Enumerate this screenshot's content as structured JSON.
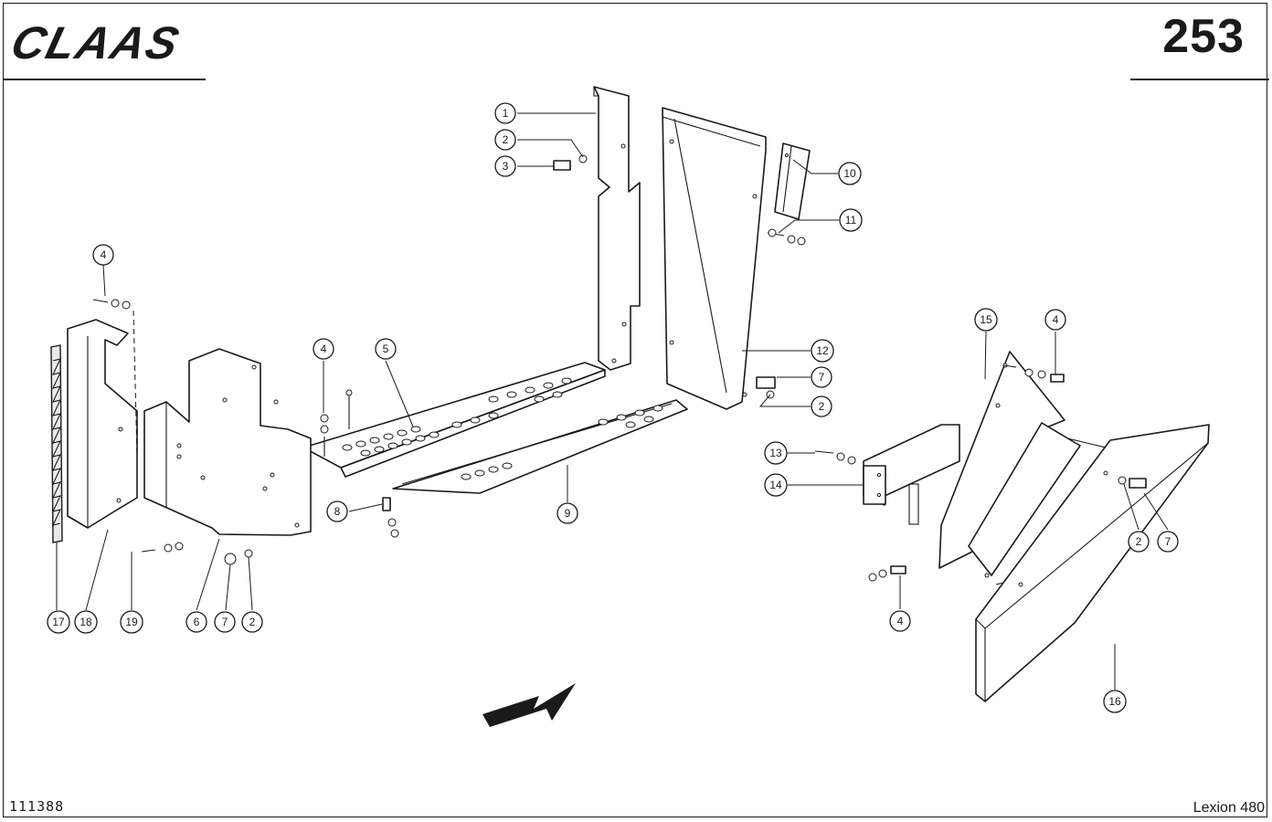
{
  "header": {
    "brand": "CLAAS",
    "page_number": "253"
  },
  "footer": {
    "drawing_number": "111388",
    "model": "Lexion 480"
  },
  "callouts": [
    {
      "id": "c1",
      "label": "1"
    },
    {
      "id": "c2a",
      "label": "2"
    },
    {
      "id": "c3",
      "label": "3"
    },
    {
      "id": "c10",
      "label": "10"
    },
    {
      "id": "c11",
      "label": "11"
    },
    {
      "id": "c4a",
      "label": "4"
    },
    {
      "id": "c5",
      "label": "5"
    },
    {
      "id": "c4b",
      "label": "4"
    },
    {
      "id": "c12",
      "label": "12"
    },
    {
      "id": "c7a",
      "label": "7"
    },
    {
      "id": "c2b",
      "label": "2"
    },
    {
      "id": "c15",
      "label": "15"
    },
    {
      "id": "c4c",
      "label": "4"
    },
    {
      "id": "c13",
      "label": "13"
    },
    {
      "id": "c14",
      "label": "14"
    },
    {
      "id": "c8",
      "label": "8"
    },
    {
      "id": "c9",
      "label": "9"
    },
    {
      "id": "c2c",
      "label": "2"
    },
    {
      "id": "c7b",
      "label": "7"
    },
    {
      "id": "c17",
      "label": "17"
    },
    {
      "id": "c18",
      "label": "18"
    },
    {
      "id": "c19",
      "label": "19"
    },
    {
      "id": "c6",
      "label": "6"
    },
    {
      "id": "c7c",
      "label": "7"
    },
    {
      "id": "c2d",
      "label": "2"
    },
    {
      "id": "c4d",
      "label": "4"
    },
    {
      "id": "c16",
      "label": "16"
    }
  ]
}
